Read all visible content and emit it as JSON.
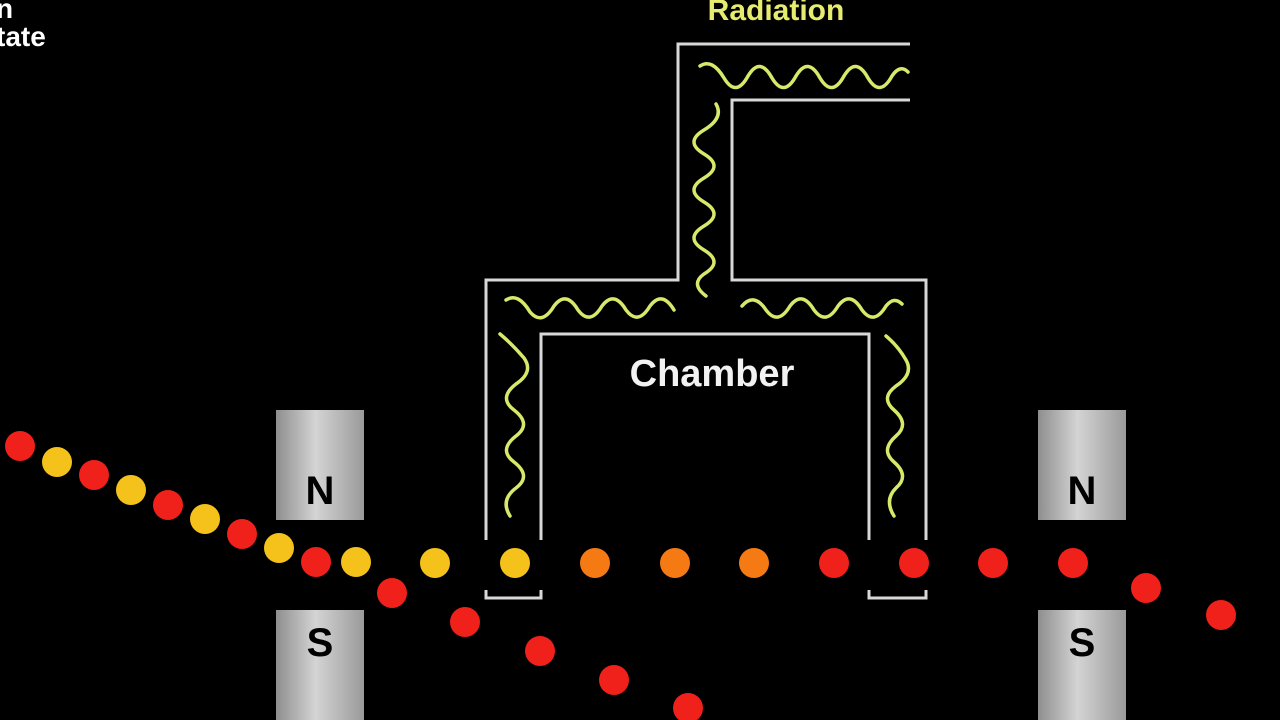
{
  "labels": {
    "corner_line1": "n",
    "corner_line2": "tate",
    "radiation": "Radiation",
    "chamber": "Chamber"
  },
  "magnets": {
    "left_north": "N",
    "left_south": "S",
    "right_north": "N",
    "right_south": "S"
  },
  "colors": {
    "background": "#000000",
    "wall": "#d8d8d8",
    "wave": "#d7e86a",
    "radiation_text": "#e6ec6e",
    "particle_red": "#f0201a",
    "particle_yellow": "#f5c21b",
    "particle_orange": "#f57a14",
    "magnet_fill": "#b9b9b9"
  },
  "icons": {
    "wave": "sine-wave-icon",
    "particle": "circle-dot-icon",
    "magnet": "bar-magnet-icon"
  }
}
